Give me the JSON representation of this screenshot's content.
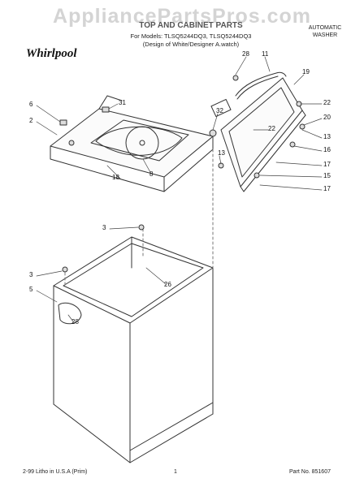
{
  "header": {
    "watermark": "AppliancePartsPros.com",
    "title": "TOP AND CABINET PARTS",
    "models": "For Models: TLSQ5244DQ3, TLSQ5244DQ3",
    "design": "(Design of White/Designer A.watch)",
    "product_line1": "AUTOMATIC",
    "product_line2": "WASHER",
    "brand": "Whirlpool"
  },
  "footer": {
    "litho": "2-99 Litho in U.S.A (Prim)",
    "page": "1",
    "part_no": "Part No. 851607"
  },
  "callouts": [
    "28",
    "11",
    "19",
    "6",
    "31",
    "2",
    "32",
    "22",
    "22",
    "20",
    "13",
    "16",
    "8",
    "18",
    "13",
    "17",
    "15",
    "17",
    "3",
    "26",
    "3",
    "5",
    "28"
  ],
  "colors": {
    "line": "#333333",
    "watermark": "#d4d4d4"
  }
}
